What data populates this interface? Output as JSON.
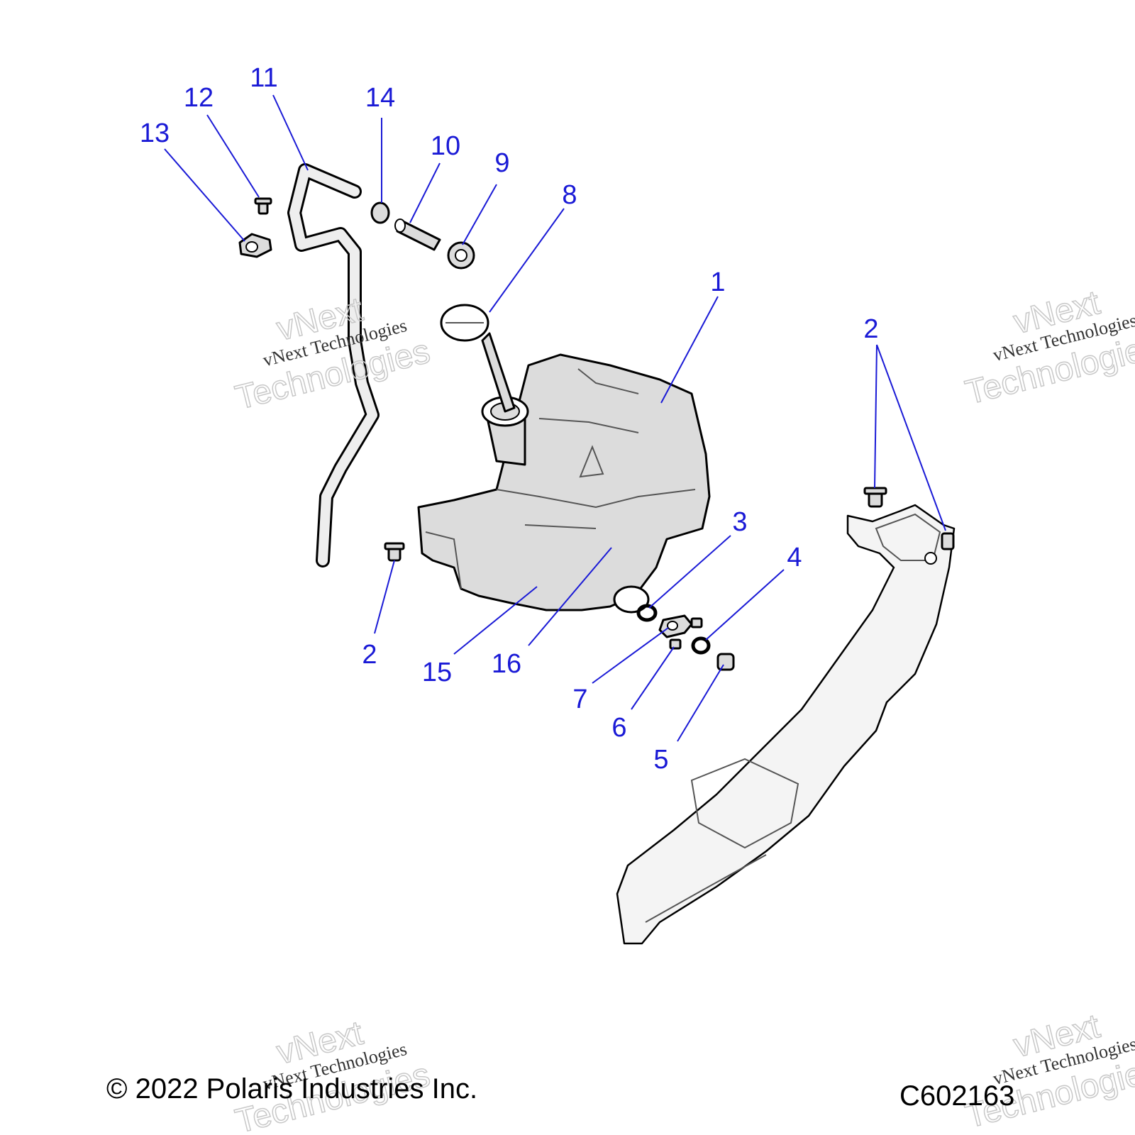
{
  "callouts": {
    "c1": "1",
    "c2a": "2",
    "c2b": "2",
    "c3": "3",
    "c4": "4",
    "c5": "5",
    "c6": "6",
    "c7": "7",
    "c8": "8",
    "c9": "9",
    "c10": "10",
    "c11": "11",
    "c12": "12",
    "c13": "13",
    "c14": "14",
    "c15": "15",
    "c16": "16"
  },
  "footer": {
    "copyright": "© 2022 Polaris Industries Inc.",
    "diagram_code": "C602163"
  },
  "watermark": {
    "line1": "vNext",
    "line2": "Technologies",
    "small": "vNext Technologies"
  },
  "colors": {
    "callout": "#1a1ad6",
    "part_fill": "#dcdcdc",
    "line": "#000000"
  }
}
